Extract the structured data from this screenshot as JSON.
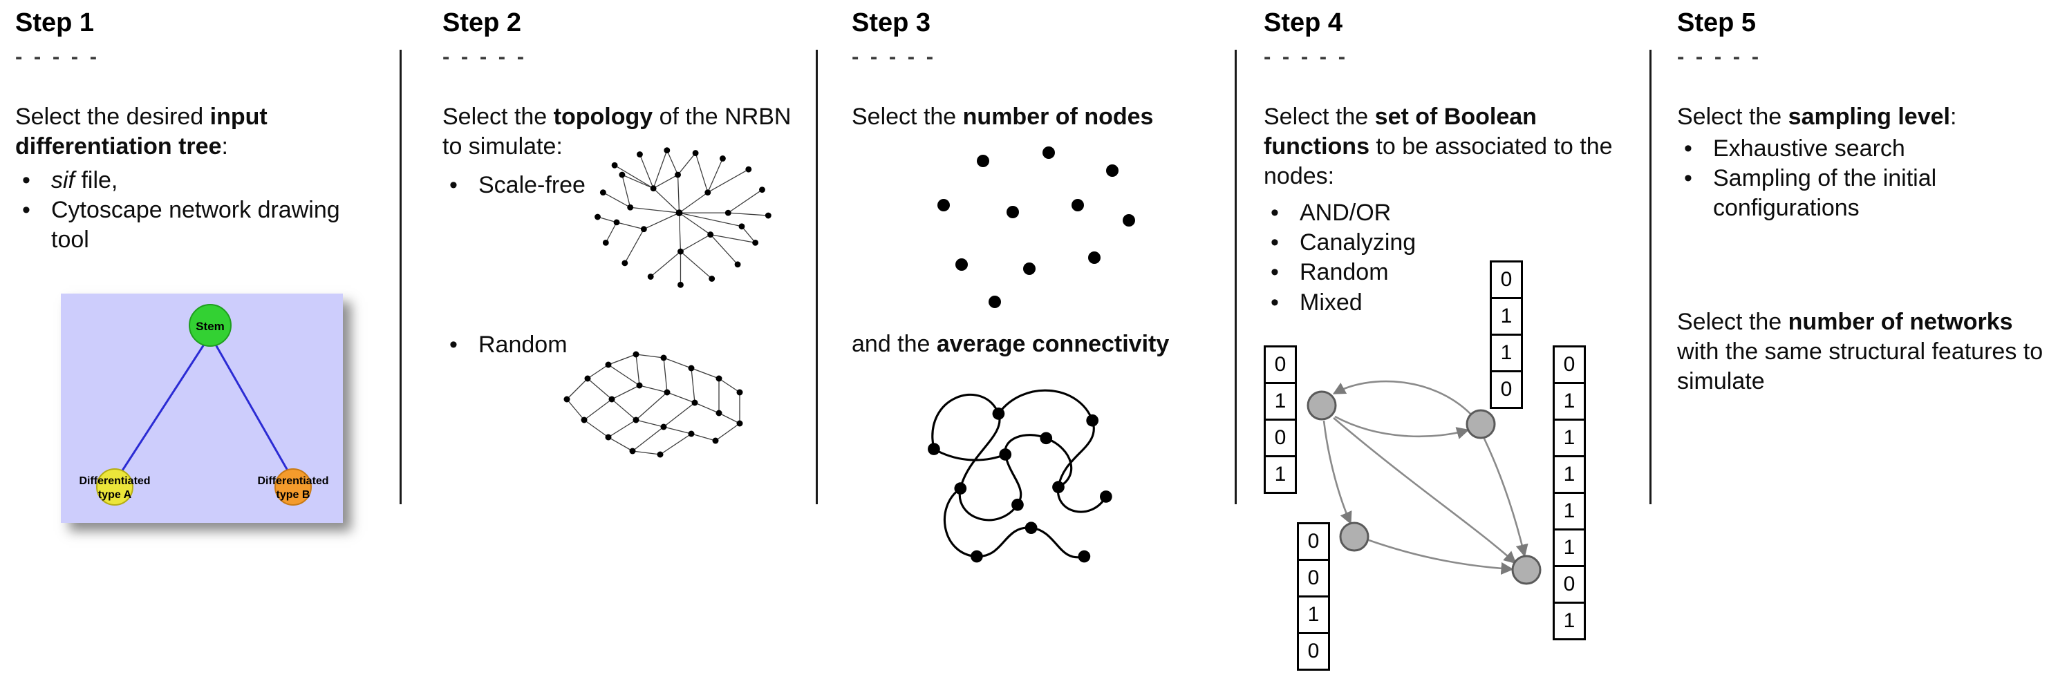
{
  "bullet": "•",
  "steps": [
    {
      "title": "Step 1",
      "dashes": "- - - - -",
      "intro": [
        "Select the desired ",
        "input differentiation tree",
        ":"
      ],
      "bullet1_italic": "sif",
      "bullet1_rest": " file,",
      "bullet2": "Cytoscape network drawing tool",
      "tree": {
        "stem": "Stem",
        "typeA_line1": "Differentiated",
        "typeA_line2": "type A",
        "typeB_line1": "Differentiated",
        "typeB_line2": "type B"
      }
    },
    {
      "title": "Step 2",
      "dashes": "- - - - -",
      "intro": [
        "Select the ",
        "topology",
        " of the NRBN to simulate:"
      ],
      "bullets": [
        "Scale-free",
        "Random"
      ]
    },
    {
      "title": "Step 3",
      "dashes": "- - - - -",
      "intro_1": [
        "Select the ",
        "number of nodes",
        ""
      ],
      "intro_2": [
        "and the ",
        "average connectivity",
        ""
      ]
    },
    {
      "title": "Step 4",
      "dashes": "- - - - -",
      "intro": [
        "Select the ",
        "set of Boolean functions",
        " to be associated to the nodes:"
      ],
      "bullets": [
        "AND/OR",
        "Canalyzing",
        "Random",
        "Mixed"
      ],
      "tables": {
        "top": [
          "0",
          "1",
          "1",
          "0"
        ],
        "left": [
          "0",
          "1",
          "0",
          "1"
        ],
        "right": [
          "0",
          "1",
          "1",
          "1",
          "1",
          "1",
          "0",
          "1"
        ],
        "bottom": [
          "0",
          "0",
          "1",
          "0"
        ]
      }
    },
    {
      "title": "Step 5",
      "dashes": "- - - - -",
      "intro": [
        "Select the ",
        "sampling level",
        ":"
      ],
      "bullets": [
        "Exhaustive search",
        "Sampling of the initial configurations"
      ],
      "second": [
        "Select the ",
        "number of networks",
        " with the same structural features to simulate"
      ]
    }
  ],
  "colors": {
    "tree_background": "#cdcdfc",
    "stem_green": "#33d133",
    "type_a_yellow": "#ece63a",
    "type_b_orange": "#f49b2c",
    "tree_edge_blue": "#2b2bd4",
    "boolean_node_gray": "#b0b0b0"
  }
}
